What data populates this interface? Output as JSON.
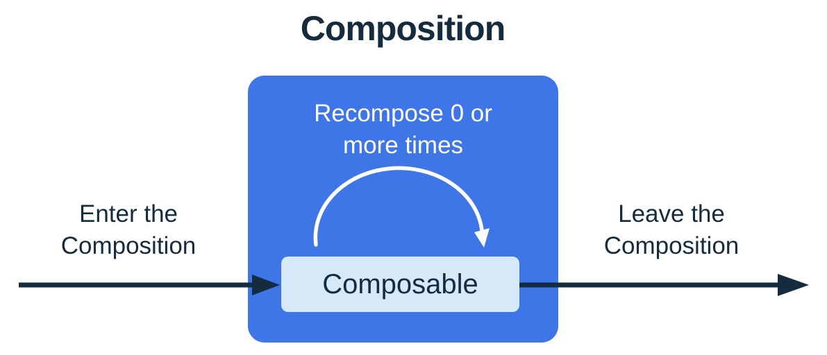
{
  "title": "Composition",
  "composition_box": {
    "note_lines": [
      "Recompose 0 or",
      "more times"
    ],
    "composable_label": "Composable"
  },
  "enter_label_lines": [
    "Enter the",
    "Composition"
  ],
  "leave_label_lines": [
    "Leave the",
    "Composition"
  ],
  "icons": {
    "enter_arrow": "right-arrow",
    "leave_arrow": "right-arrow",
    "recompose_arrow": "curved-loop-arrow"
  },
  "colors": {
    "background": "#FFFFFF",
    "ink": "#152B3E",
    "box-blue": "#3E76E8",
    "chip-blue": "#D5E9F8",
    "arc-white": "#FFFFFF"
  }
}
